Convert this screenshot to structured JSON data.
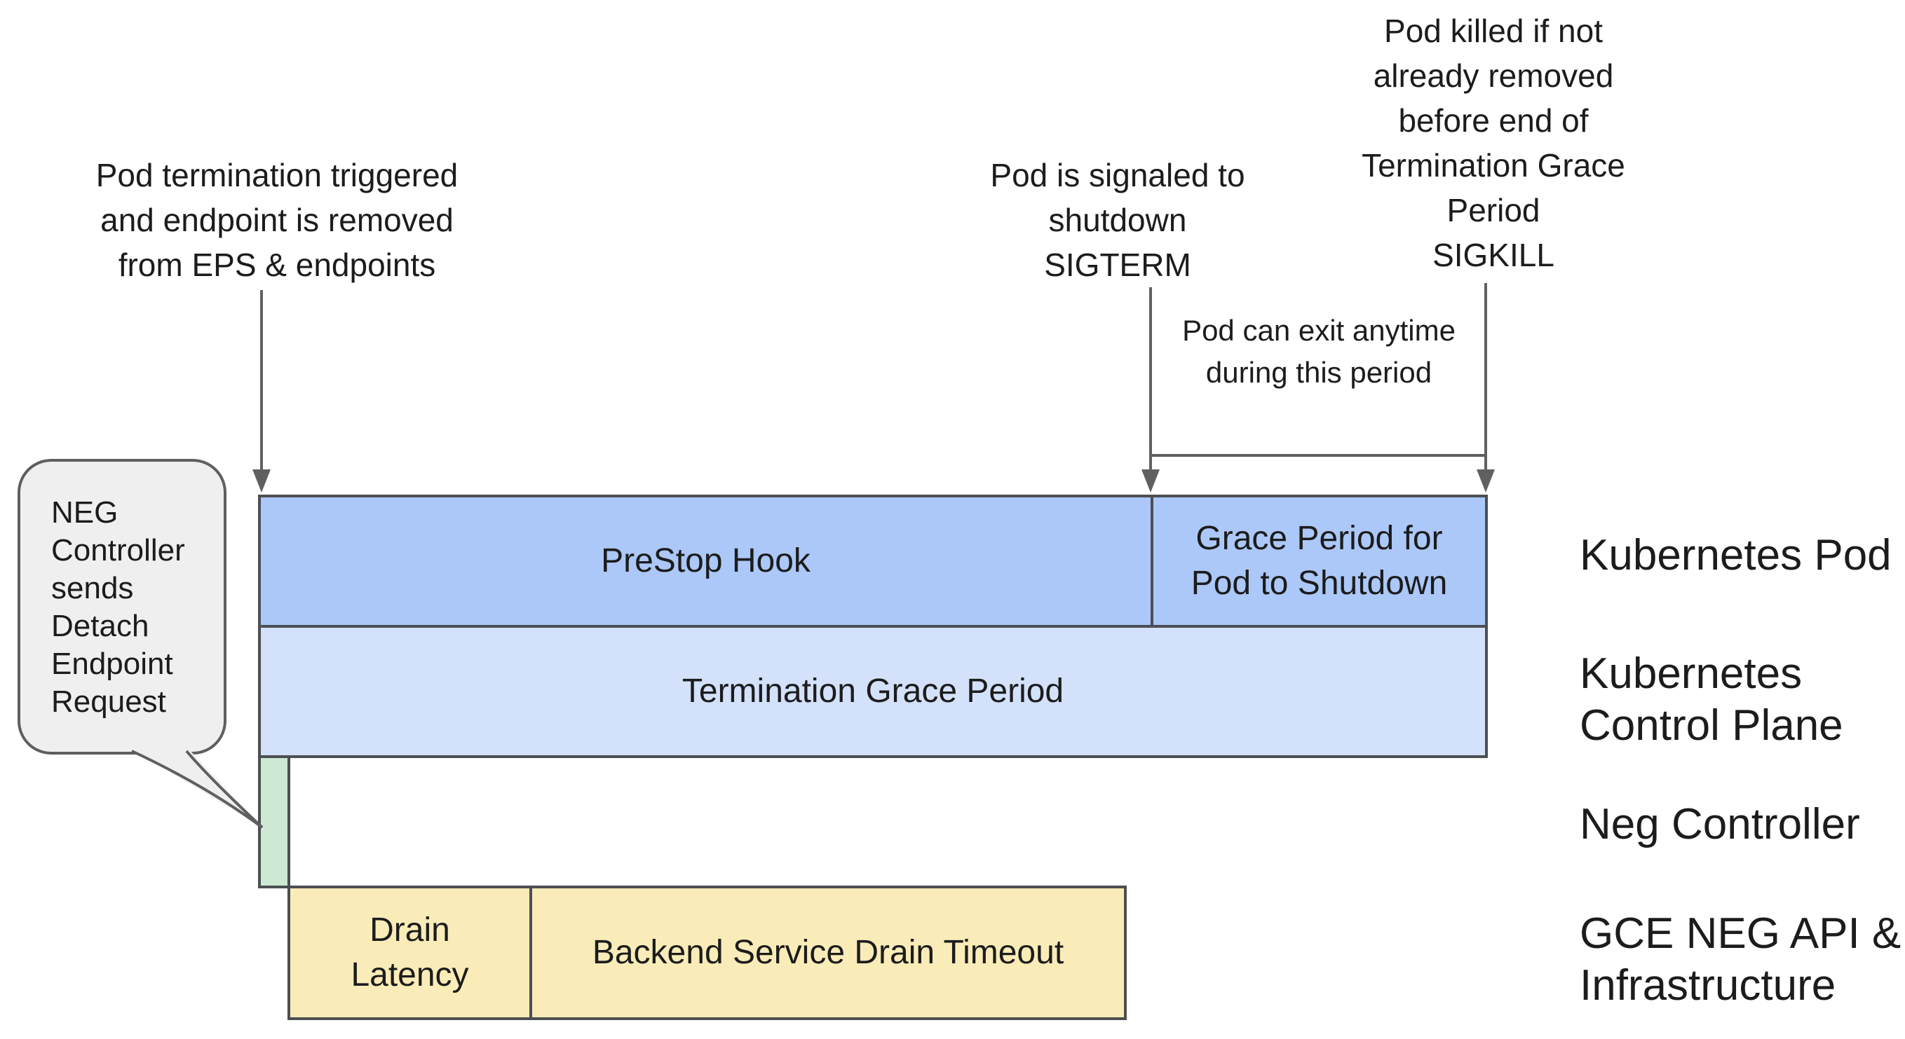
{
  "colors": {
    "background": "#ffffff",
    "text": "#1c1c1c",
    "bar_blue": "#abc8f8",
    "bar_blue_light": "#d3e1fb",
    "bar_green": "#cde8d3",
    "bar_yellow": "#faecb8",
    "bubble_fill": "#efefef",
    "bubble_border": "#5f5f5f",
    "outline_dark": "#4c4f52",
    "line_grey": "#606060"
  },
  "annotations": {
    "pod_termination": "Pod termination triggered\nand endpoint is removed\nfrom EPS & endpoints",
    "pod_signaled": "Pod is signaled to\nshutdown\nSIGTERM",
    "pod_killed": "Pod killed if not\nalready removed\nbefore end of\nTermination Grace\nPeriod\nSIGKILL",
    "exit_window": "Pod can exit anytime\nduring this period"
  },
  "speech_bubble": {
    "text": "NEG\nController\nsends\nDetach\nEndpoint\nRequest"
  },
  "timeline_bars": {
    "prestop_hook": "PreStop Hook",
    "grace_period": "Grace Period for\nPod to Shutdown",
    "termination_grace_period": "Termination Grace Period",
    "drain_latency": "Drain\nLatency",
    "backend_drain_timeout": "Backend Service Drain Timeout"
  },
  "lane_labels": {
    "kubernetes_pod": "Kubernetes Pod",
    "control_plane": "Kubernetes\nControl Plane",
    "neg_controller": "Neg Controller",
    "gce": "GCE NEG API &\nInfrastructure"
  }
}
